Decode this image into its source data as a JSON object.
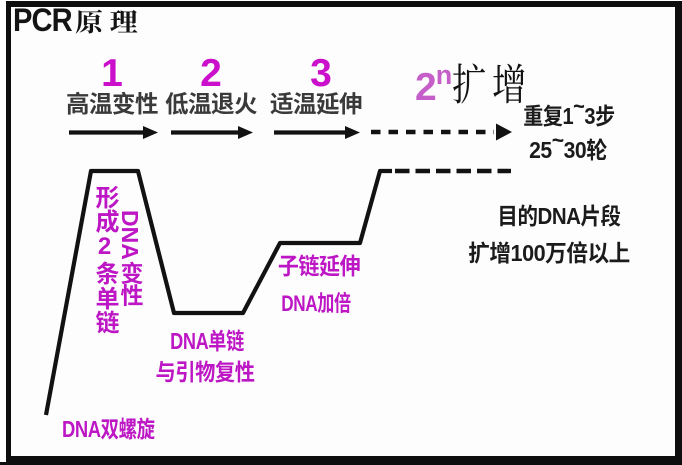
{
  "title": {
    "latin": "PCR",
    "cjk": "原理"
  },
  "steps": [
    {
      "number": "1",
      "label": "高温变性"
    },
    {
      "number": "2",
      "label": "低温退火"
    },
    {
      "number": "3",
      "label": "适温延伸"
    }
  ],
  "amplification": {
    "base": "2",
    "exponent": "n",
    "word": "扩增"
  },
  "repeat_note": {
    "line1": "重复1~3步",
    "line2": "25~30轮"
  },
  "result_note": {
    "line1": "目的DNA片段",
    "line2": "扩增100万倍以上"
  },
  "curve_labels": {
    "forming_two_single_strands": "形成2条单链",
    "dna_denaturation": "DNA变性",
    "anneal_line1": "DNA单链",
    "anneal_line2": "与引物复性",
    "extend_line1": "子链延伸",
    "extend_line2": "DNA加倍",
    "start": "DNA双螺旋"
  },
  "colors": {
    "magenta_number": "#cb10cb",
    "magenta_label": "#bd17c5",
    "orchid_exponent": "#c55ec8",
    "line_black": "#121212",
    "text_dark": "#1b1b1b",
    "background": "#fdfdfd"
  }
}
